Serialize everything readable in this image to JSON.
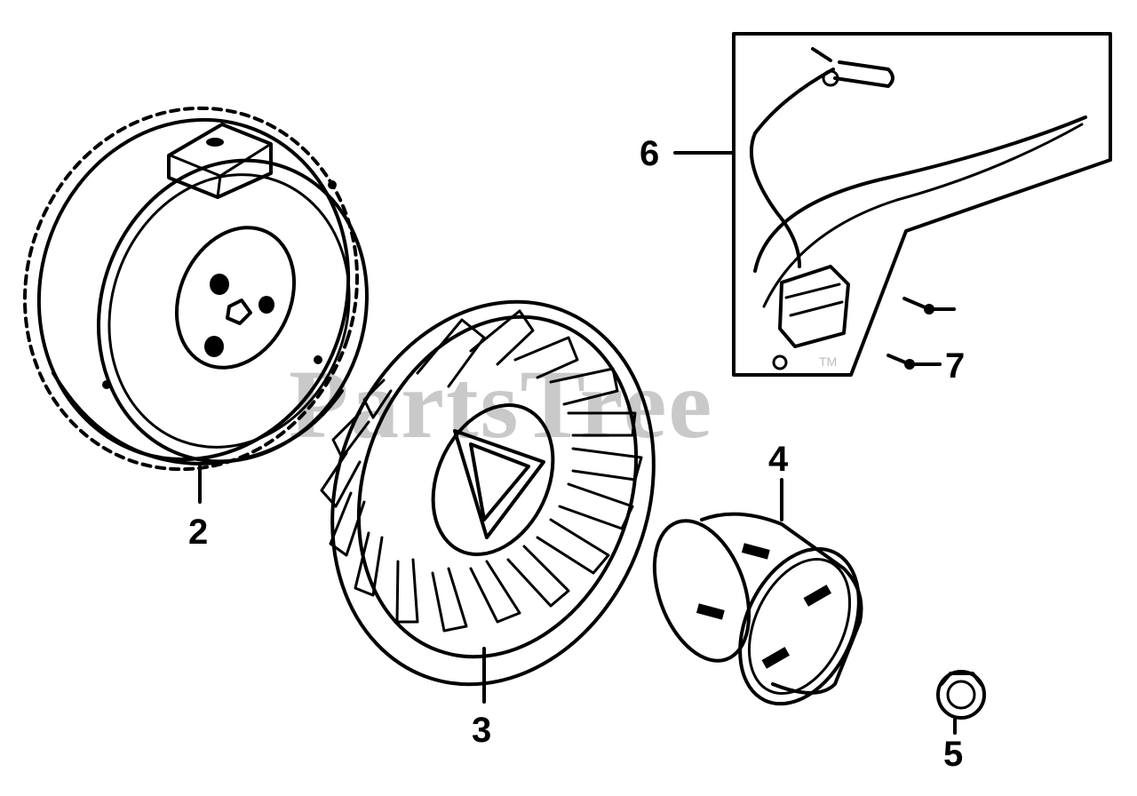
{
  "watermark": {
    "text": "PartsTree",
    "trademark": "TM"
  },
  "callouts": {
    "flywheel": "2",
    "fan": "3",
    "cup": "4",
    "nut": "5",
    "ignition_coil": "6",
    "bolt": "7"
  },
  "colors": {
    "ink": "#000000",
    "watermark": "#c9c9c9",
    "background": "#ffffff"
  }
}
